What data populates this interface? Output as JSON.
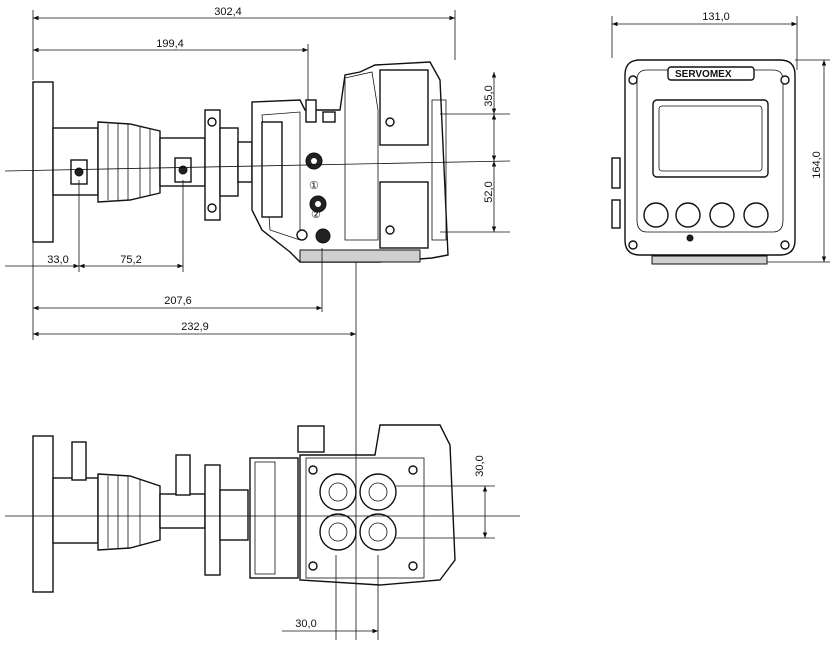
{
  "dimensions": {
    "overall_length": "302,4",
    "length_to_flange": "199,4",
    "front_width": "131,0",
    "front_height": "164,0",
    "port_offset_top": "35,0",
    "port_spacing": "52,0",
    "probe_offset": "33,0",
    "probe_fitting": "75,2",
    "length_a": "207,6",
    "length_b": "232,9",
    "port_spacing_vertical": "30,0",
    "port_spacing_horizontal": "30,0"
  },
  "labels": {
    "port_1": "①",
    "port_2": "②",
    "brand": "SERVOMEX"
  }
}
